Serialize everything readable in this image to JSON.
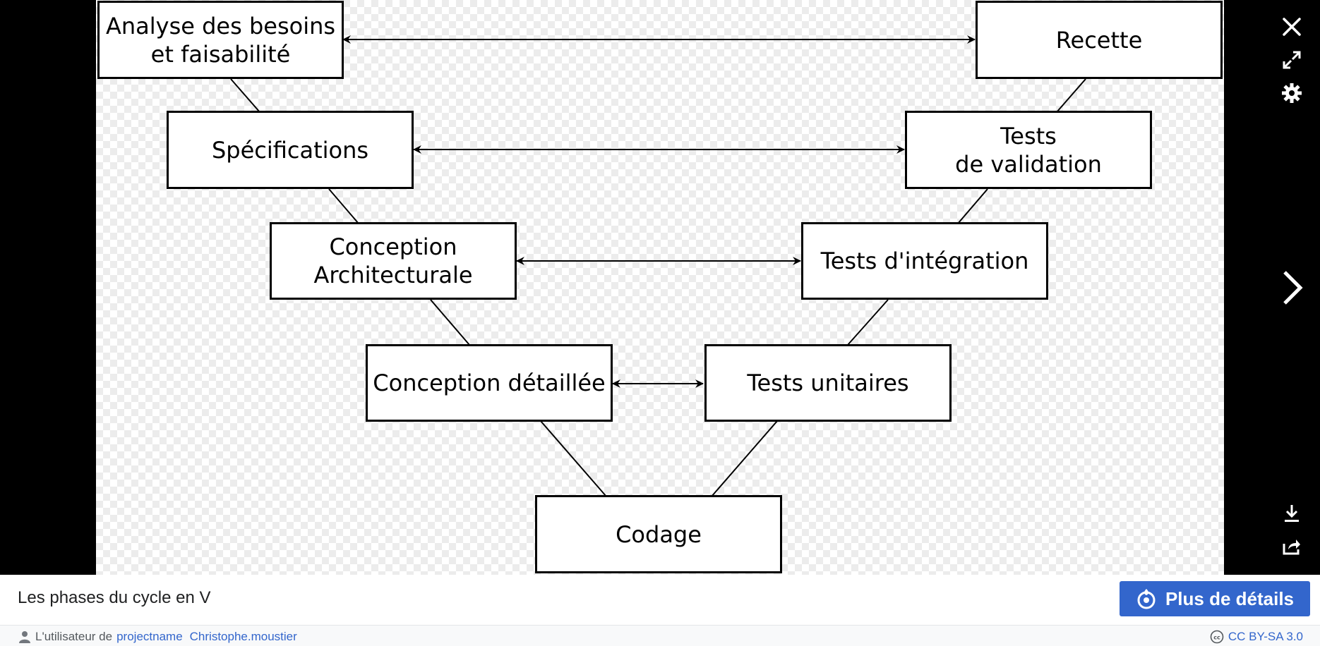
{
  "diagram": {
    "boxes": {
      "analyse": "Analyse des besoins\net faisabilité",
      "specifications": "Spécifications",
      "conception_arch": "Conception\nArchitecturale",
      "conception_detail": "Conception détaillée",
      "codage": "Codage",
      "tests_unitaires": "Tests unitaires",
      "tests_integration": "Tests d'intégration",
      "tests_validation": "Tests\nde validation",
      "recette": "Recette"
    }
  },
  "viewer": {
    "icons": {
      "close": "close-icon",
      "fullscreen": "fullscreen-icon",
      "settings": "gear-icon",
      "next": "chevron-right-icon",
      "download": "download-icon",
      "share": "share-icon"
    }
  },
  "footer": {
    "caption": "Les phases du cycle en V",
    "more_button_label": "Plus de détails",
    "author_prefix": "L'utilisateur de",
    "author_link": "projectname",
    "author_name": "Christophe.moustier",
    "license": "CC BY-SA 3.0"
  },
  "colors": {
    "accent": "#3366cc",
    "background": "#000000"
  }
}
